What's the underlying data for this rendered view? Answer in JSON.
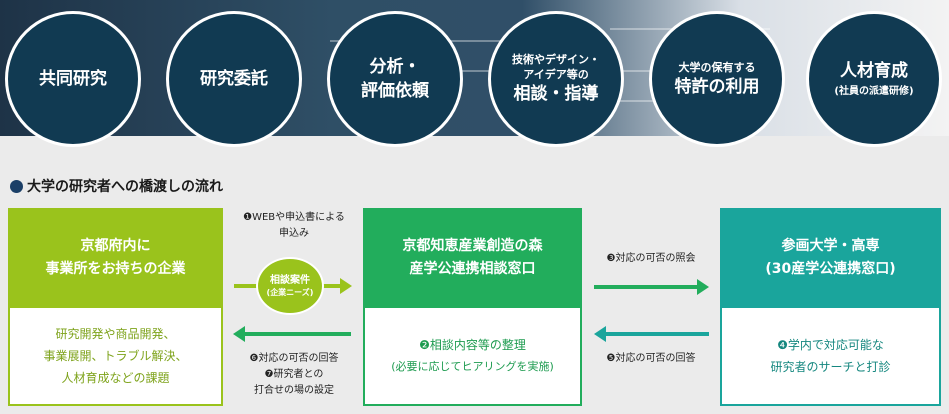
{
  "circles": [
    {
      "big": "共同研究"
    },
    {
      "big": "研究委託"
    },
    {
      "line1": "分析・",
      "line2": "評価依頼"
    },
    {
      "pre1": "技術やデザイン・",
      "pre2": "アイデア等の",
      "big": "相談・指導"
    },
    {
      "pre1": "大学の保有する",
      "big": "特許の利用"
    },
    {
      "big": "人材育成",
      "note": "(社員の派遣研修)"
    }
  ],
  "section_title": "大学の研究者への橋渡しの流れ",
  "left_box": {
    "title1": "京都府内に",
    "title2": "事業所をお持ちの企業",
    "body1": "研究開発や商品開発、",
    "body2": "事業展開、トラブル解決、",
    "body3": "人材育成などの課題"
  },
  "mid_box": {
    "title1": "京都知恵産業創造の森",
    "title2": "産学公連携相談窓口",
    "body1": "❷相談内容等の整理",
    "body2": "(必要に応じてヒアリングを実施)"
  },
  "right_box": {
    "title1": "参画大学・高専",
    "title2": "(30産学公連携窓口)",
    "body1": "❹学内で対応可能な",
    "body2": "研究者のサーチと打診"
  },
  "steps": {
    "s1_line1": "❶WEBや申込書による",
    "s1_line2": "申込み",
    "s3": "❸対応の可否の照会",
    "s5": "❺対応の可否の回答",
    "s6": "❻対応の可否の回答",
    "s7_line1": "❼研究者との",
    "s7_line2": "打合せの場の設定"
  },
  "oval": {
    "line1": "相談案件",
    "line2": "(企業ニーズ)"
  },
  "colors": {
    "circle_fill": "#113a52",
    "lime": "#9ac31c",
    "green": "#22ad5c",
    "teal": "#1aa59c",
    "section_dot": "#1b3f67"
  },
  "icons": [
    "arrow-right-icon",
    "arrow-left-icon",
    "bullet-dot-icon"
  ]
}
